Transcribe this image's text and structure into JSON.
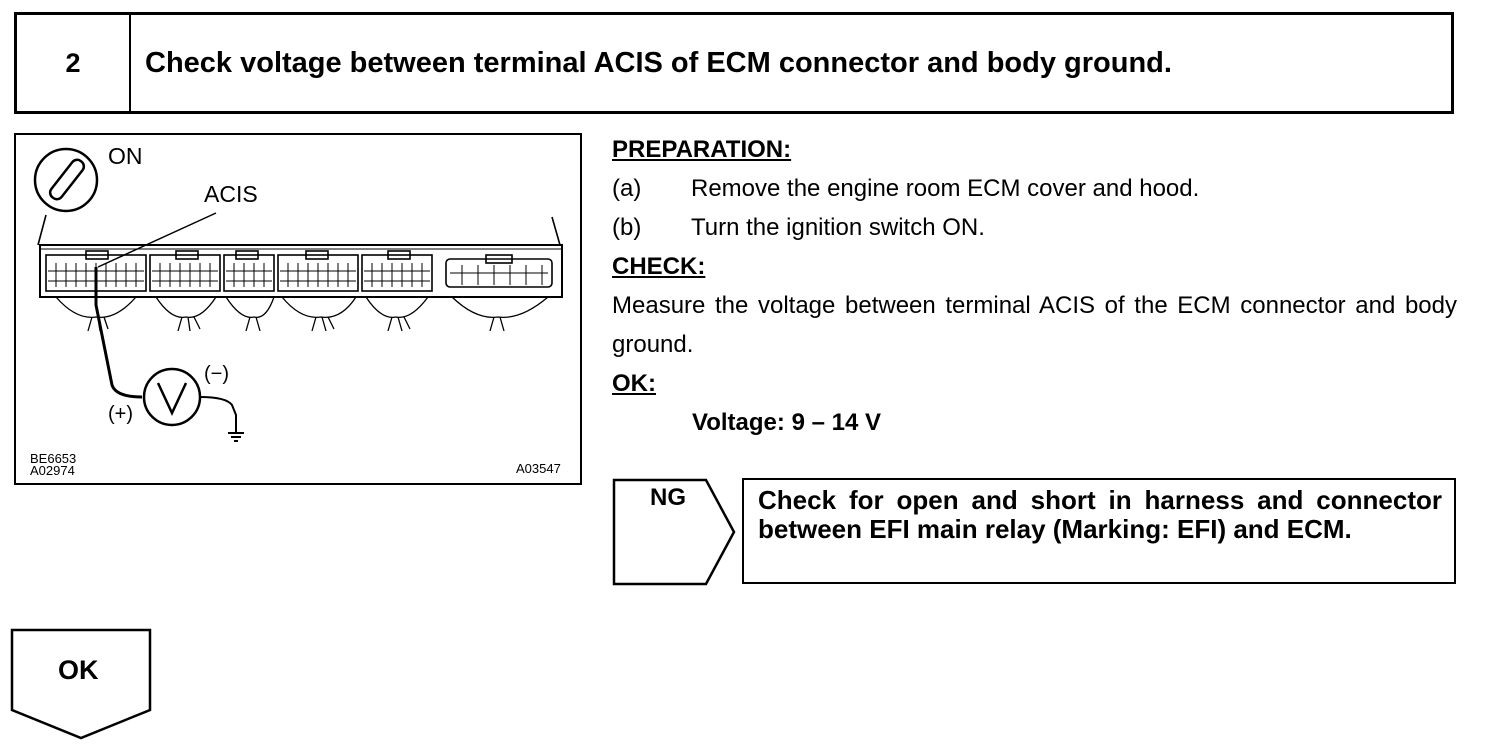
{
  "step": {
    "number": "2",
    "title": "Check voltage between terminal ACIS of ECM connector and body ground."
  },
  "diagram": {
    "ignition_label": "ON",
    "terminal_label": "ACIS",
    "meter_symbol": "V",
    "plus_label": "(+)",
    "minus_label": "(−)",
    "figure_codes": [
      "BE6653",
      "A02974",
      "A03547"
    ],
    "icons": [
      "ignition-key-icon",
      "ecm-connector-icon",
      "voltmeter-icon",
      "ground-icon"
    ]
  },
  "instructions": {
    "preparation_heading": "PREPARATION:",
    "preparation_steps": [
      {
        "label": "(a)",
        "text": "Remove the engine room ECM cover and hood."
      },
      {
        "label": "(b)",
        "text": "Turn the ignition switch ON."
      }
    ],
    "check_heading": "CHECK:",
    "check_text": "Measure the voltage between terminal ACIS of the ECM connector and body ground.",
    "ok_heading": "OK:",
    "ok_spec": "Voltage: 9 – 14 V"
  },
  "ng_result": {
    "label": "NG",
    "action": "Check for open and short in harness and connector between EFI main relay (Marking: EFI) and ECM."
  },
  "ok_result": {
    "label": "OK"
  }
}
